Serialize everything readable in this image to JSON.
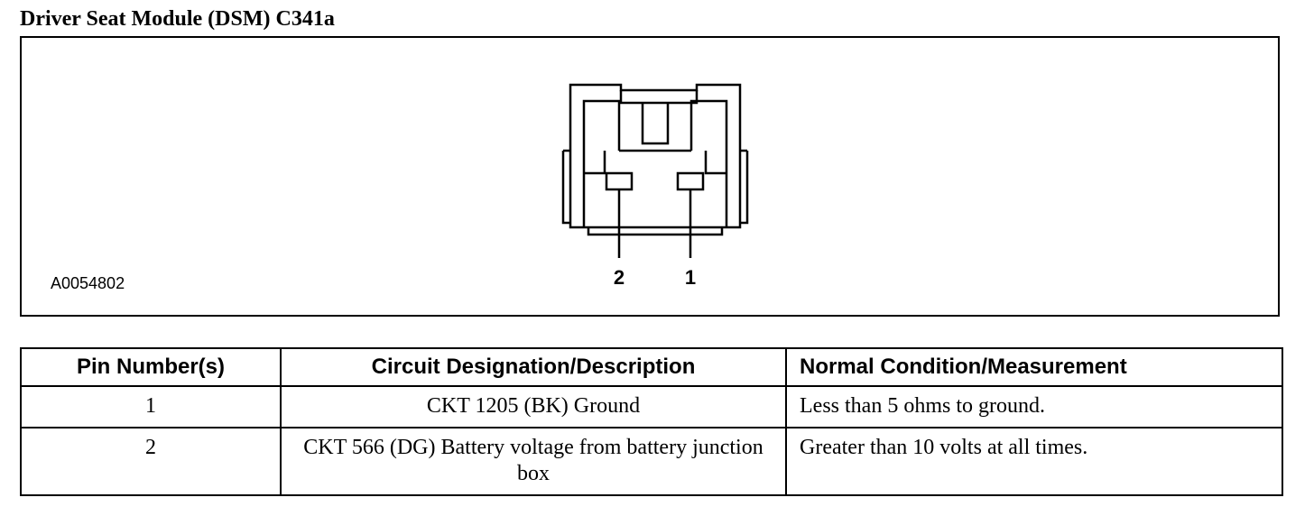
{
  "title": "Driver Seat Module (DSM) C341a",
  "figure": {
    "id": "A0054802",
    "pin_labels": [
      "2",
      "1"
    ]
  },
  "table": {
    "headers": [
      "Pin Number(s)",
      "Circuit Designation/Description",
      "Normal Condition/Measurement"
    ],
    "rows": [
      [
        "1",
        "CKT 1205 (BK) Ground",
        "Less than 5 ohms to ground."
      ],
      [
        "2",
        "CKT 566 (DG) Battery voltage from battery junction box",
        "Greater than 10 volts at all times."
      ]
    ]
  }
}
